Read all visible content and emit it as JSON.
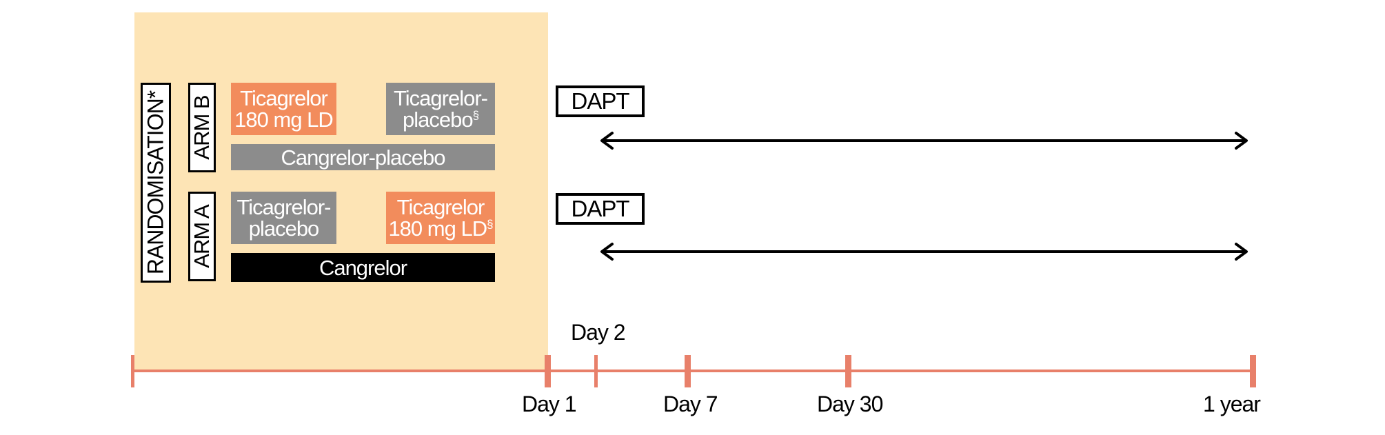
{
  "randomisation": {
    "label": "RANDOMISATION*"
  },
  "arm_b": {
    "label": "ARM B",
    "ld_line1": "Ticagrelor",
    "ld_line2": "180 mg LD",
    "placebo_line1": "Ticagrelor-",
    "placebo_line2": "placebo",
    "placebo_mark": "§",
    "infusion": "Cangrelor-placebo"
  },
  "arm_a": {
    "label": "ARM A",
    "placebo_line1": "Ticagrelor-",
    "placebo_line2": "placebo",
    "ld_line1": "Ticagrelor",
    "ld_line2": "180 mg LD",
    "ld_mark": "§",
    "infusion": "Cangrelor"
  },
  "dapt": {
    "arm_b": "DAPT",
    "arm_a": "DAPT"
  },
  "timeline": {
    "day2": "Day 2",
    "day1": "Day 1",
    "day7": "Day 7",
    "day30": "Day 30",
    "year1": "1 year"
  },
  "colors": {
    "phase_background": "#fde4b5",
    "ticagrelor_ld": "#f28c5c",
    "placebo": "#8c8c8c",
    "cangrelor": "#000000",
    "timeline": "#e8806a"
  }
}
